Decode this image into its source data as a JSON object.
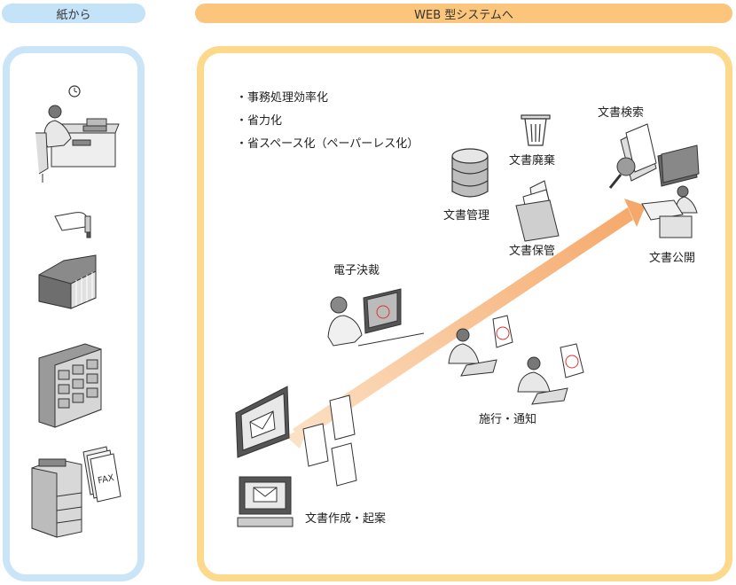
{
  "tabs": {
    "paper": "紙から",
    "web": "WEB 型システムへ"
  },
  "benefits": [
    "・事務処理効率化",
    "・省力化",
    "・省スペース化（ペーパーレス化）"
  ],
  "labels": {
    "document_search": "文書検索",
    "document_disposal": "文書廃棄",
    "document_management": "文書管理",
    "document_storage": "文書保管",
    "document_publish": "文書公開",
    "electronic_approval": "電子決裁",
    "enforcement_notice": "施行・通知",
    "document_creation": "文書作成・起案",
    "fax": "FAX"
  },
  "colors": {
    "paper_tab": "#c4e2f8",
    "paper_border": "#cbe5f8",
    "web_tab": "#fbc67b",
    "web_border": "#fdd98c",
    "arrow": "#f8b87a"
  },
  "icons": [
    "clock-icon",
    "office-worker-desk-icon",
    "stamp-hand-icon",
    "binders-icon",
    "filing-cabinet-icon",
    "copier-icon",
    "fax-papers-icon",
    "trash-can-icon",
    "database-icon",
    "folder-documents-icon",
    "search-magnifier-icon",
    "publisher-icon",
    "approval-operator-icon",
    "notice-worker-1-icon",
    "notice-worker-2-icon",
    "desktop-monitor-icon",
    "computer-terminal-icon",
    "document-stack-icon"
  ]
}
